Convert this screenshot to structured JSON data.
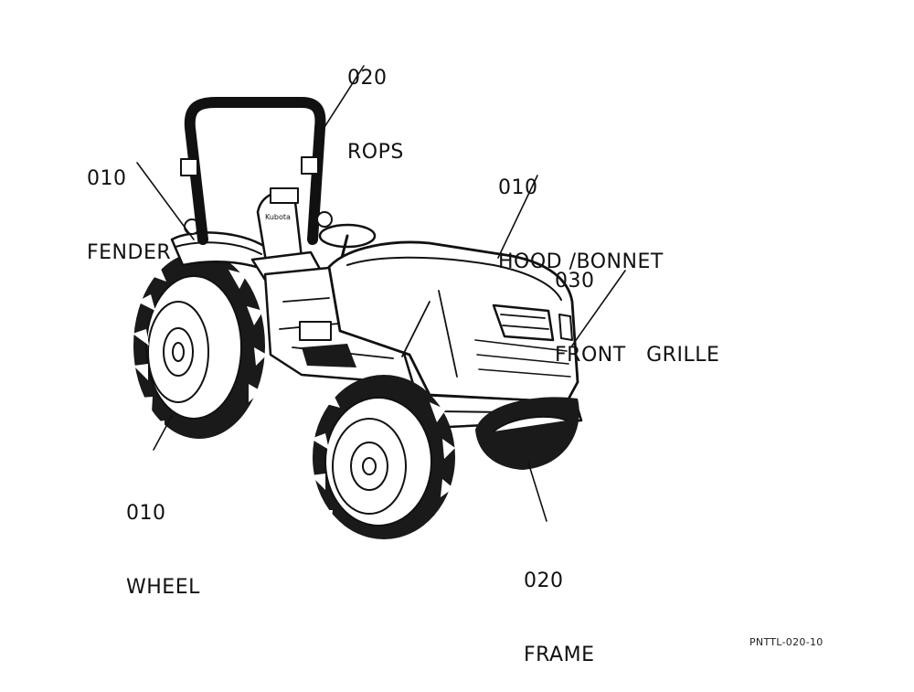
{
  "labels": {
    "rops": {
      "code": "020",
      "name": "ROPS"
    },
    "fender": {
      "code": "010",
      "name": "FENDER"
    },
    "hood": {
      "code": "010",
      "name": "HOOD /BONNET"
    },
    "grille": {
      "code": "030",
      "name": "FRONT   GRILLE"
    },
    "wheel": {
      "code": "010",
      "name": "WHEEL"
    },
    "frame": {
      "code": "020",
      "name": "FRAME"
    }
  },
  "figure_code": "PNTTL-020-10",
  "brand_mark": "Kubota"
}
